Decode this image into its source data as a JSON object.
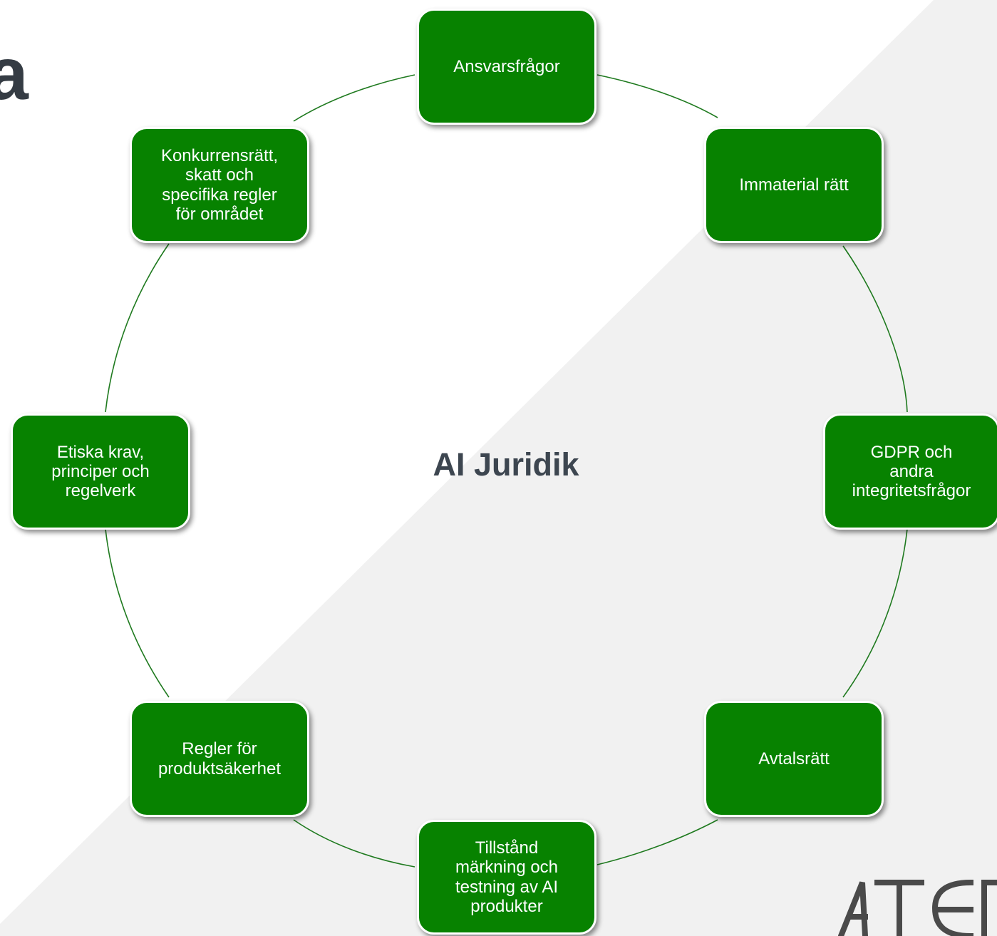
{
  "header": {
    "partial_title": "a"
  },
  "center": {
    "title": "AI Juridik"
  },
  "nodes": [
    {
      "id": "ansvar",
      "label": "Ansvarsfrågor"
    },
    {
      "id": "immaterial",
      "label": "Immaterial rätt"
    },
    {
      "id": "gdpr",
      "label": "GDPR och\nandra\nintegritetsfrågor"
    },
    {
      "id": "avtal",
      "label": "Avtalsrätt"
    },
    {
      "id": "tillstand",
      "label": "Tillstånd\nmärkning och\ntestning av AI\nprodukter"
    },
    {
      "id": "produktsakerhet",
      "label": "Regler för\nproduktsäkerhet"
    },
    {
      "id": "etiska",
      "label": "Etiska krav,\nprinciper och\nregelverk"
    },
    {
      "id": "konkurrens",
      "label": "Konkurrensrätt,\nskatt och\nspecifika regler\nför området"
    }
  ],
  "colors": {
    "node_fill": "#078200",
    "ring": "#1f7a1f",
    "title_text": "#3d4650",
    "background_light": "#ffffff",
    "background_shade": "#f1f1f1"
  },
  "logo": {
    "icon": "atea-logo-partial"
  }
}
